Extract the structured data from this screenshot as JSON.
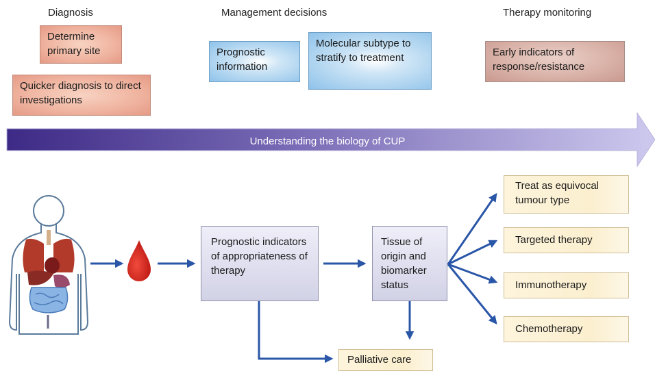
{
  "headers": {
    "diagnosis": "Diagnosis",
    "management": "Management decisions",
    "monitoring": "Therapy monitoring"
  },
  "top_boxes": {
    "determine_primary": "Determine primary site",
    "quicker_diagnosis": "Quicker diagnosis to direct investigations",
    "prognostic_information": "Prognostic information",
    "molecular_subtype": "Molecular subtype to stratify to treatment",
    "early_indicators": "Early indicators of response/resistance"
  },
  "band": {
    "label": "Understanding the biology of CUP"
  },
  "flow": {
    "prognostic_indicators": "Prognostic indicators of appropriateness of therapy",
    "tissue_origin": "Tissue of origin and biomarker status",
    "palliative_care": "Palliative care"
  },
  "treatments": {
    "equivocal": "Treat as equivocal tumour type",
    "targeted": "Targeted therapy",
    "immuno": "Immunotherapy",
    "chemo": "Chemotherapy"
  },
  "colors": {
    "arrow": "#2a56a8",
    "band_start": "#3d2a86",
    "band_end": "#c8c4ea",
    "blood": "#d42018"
  },
  "icons": {
    "patient": "human-body-organs-icon",
    "blood": "blood-drop-icon"
  }
}
